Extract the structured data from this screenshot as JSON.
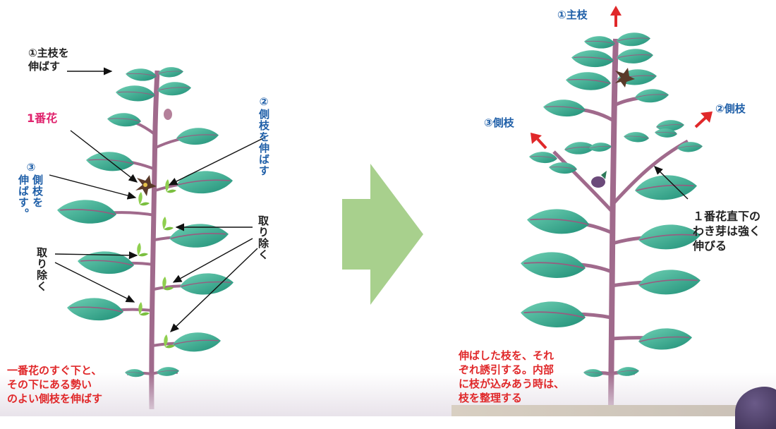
{
  "left_panel": {
    "main_stem_label": [
      "①主枝を",
      "伸ばす"
    ],
    "first_flower_label": "1番花",
    "side_branch_2_label": [
      "②",
      "側枝を伸ばす"
    ],
    "side_branch_3_label": [
      "③",
      "側枝を",
      "伸ばす。"
    ],
    "remove_label_left": "取り除く",
    "remove_label_right": "取り除く",
    "caption": [
      "一番花のすぐ下と、",
      "その下にある勢い",
      "のよい側枝を伸ばす"
    ]
  },
  "right_panel": {
    "main_stem_label": "①主枝",
    "side_branch_2_label": "②側枝",
    "side_branch_3_label": "③側枝",
    "note": [
      "１番花直下の",
      "わき芽は強く",
      "伸びる"
    ],
    "caption": [
      "伸ばした枝を、それ",
      "ぞれ誘引する。内部",
      "に枝が込みあう時は、",
      "枝を整理する"
    ]
  },
  "colors": {
    "leaf_light": "#5ec2a6",
    "leaf_dark": "#1f8f77",
    "stem": "#a06a8c",
    "arrow_green": "#a8d08d",
    "red": "#e0282a",
    "blue": "#1f5fa8",
    "pink": "#e0246e"
  }
}
